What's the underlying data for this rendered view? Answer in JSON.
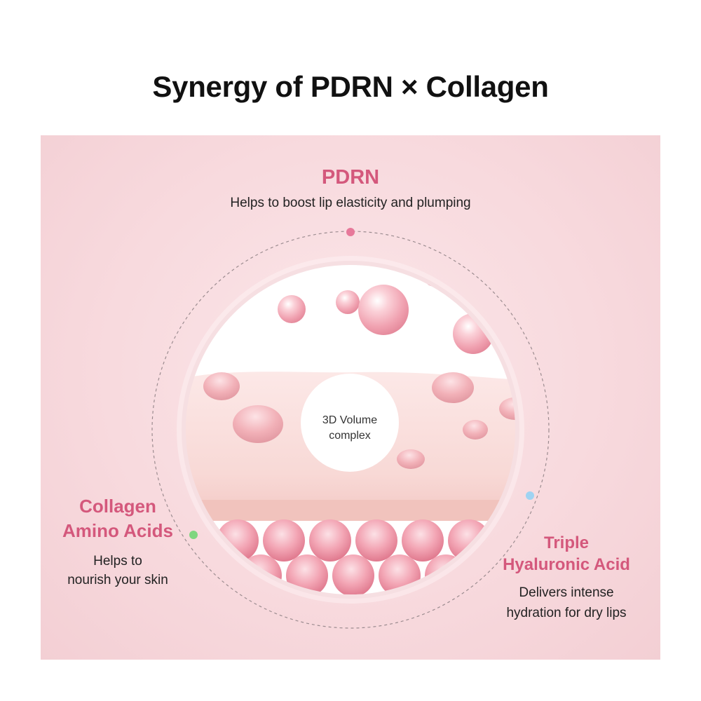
{
  "title": "Synergy of PDRN × Collagen",
  "center_label": {
    "line1": "3D Volume",
    "line2": "complex"
  },
  "ingredients": {
    "pdrn": {
      "title": "PDRN",
      "description": "Helps to boost lip elasticity and plumping",
      "dot_color": "#e7799a"
    },
    "collagen": {
      "title_line1": "Collagen",
      "title_line2": "Amino Acids",
      "description_line1": "Helps to",
      "description_line2": "nourish your skin",
      "dot_color": "#7fd67f"
    },
    "hyaluronic": {
      "title_line1": "Triple",
      "title_line2": "Hyaluronic Acid",
      "description_line1": "Delivers intense",
      "description_line2": "hydration for dry lips",
      "dot_color": "#9fd3f2"
    }
  },
  "colors": {
    "accent": "#d4587c",
    "panel_background": "#f8dade",
    "bubble": "#f1a8b5"
  }
}
